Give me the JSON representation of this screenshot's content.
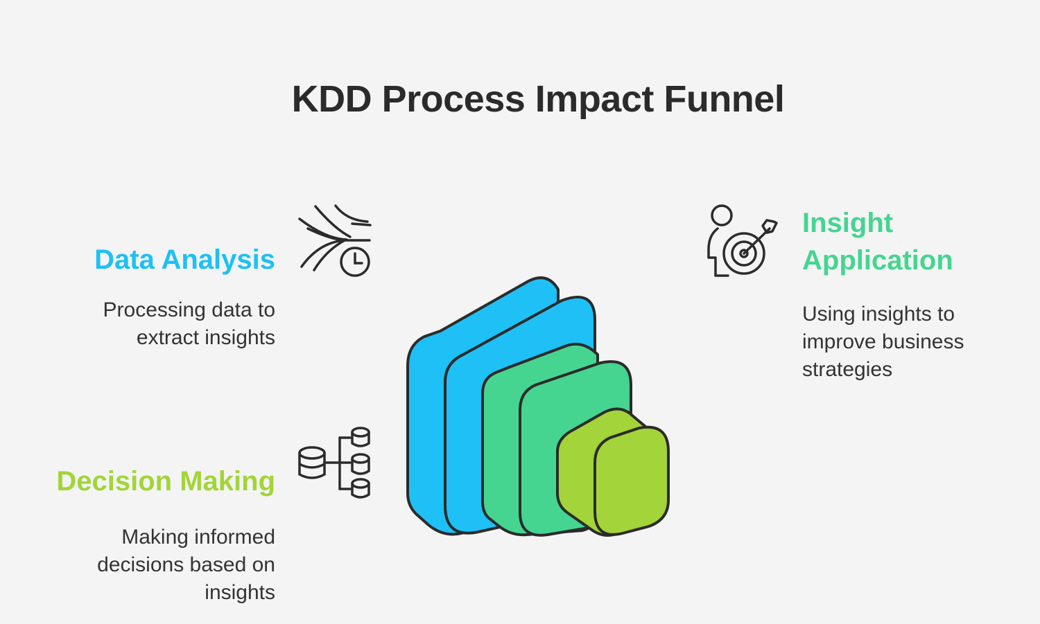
{
  "title": "KDD Process Impact Funnel",
  "stages": {
    "data_analysis": {
      "title": "Data Analysis",
      "description": "Processing data to extract insights",
      "icon": "data-analysis-icon",
      "color": "#1ec0f5"
    },
    "insight_application": {
      "title": "Insight Application",
      "description": "Using insights to improve business strategies",
      "icon": "target-person-icon",
      "color": "#45d591"
    },
    "decision_making": {
      "title": "Decision Making",
      "description": "Making informed decisions based on insights",
      "icon": "database-tree-icon",
      "color": "#a3d439"
    }
  },
  "colors": {
    "background": "#f4f4f4",
    "outline": "#2b2b2b",
    "text": "#333333"
  }
}
